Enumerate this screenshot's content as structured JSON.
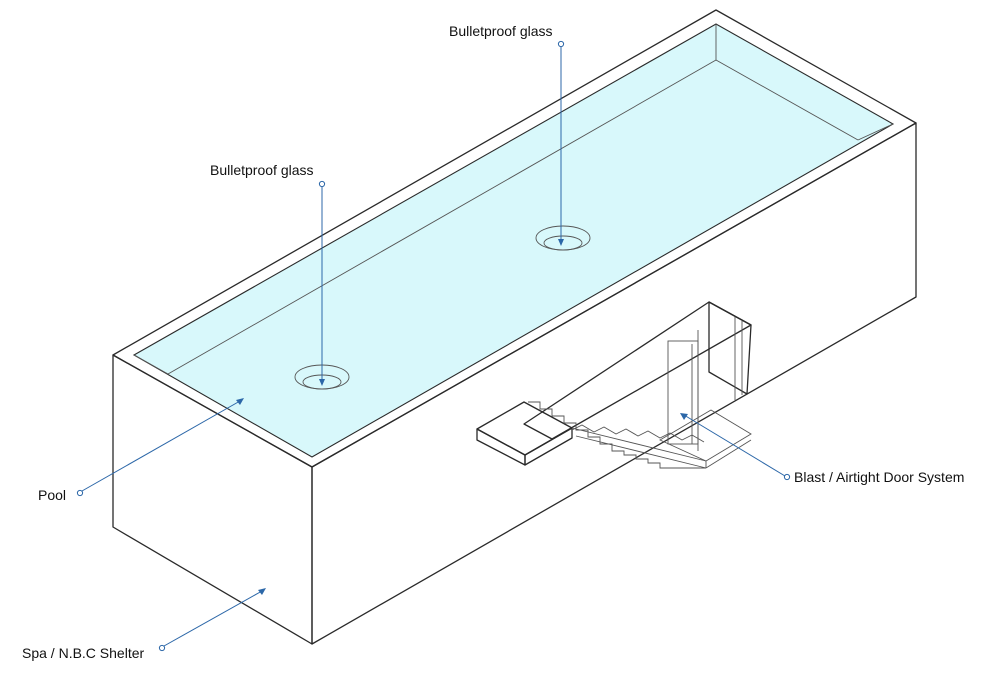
{
  "labels": {
    "glass_top": "Bulletproof glass",
    "glass_mid": "Bulletproof glass",
    "pool": "Pool",
    "shelter": "Spa / N.B.C Shelter",
    "door": "Blast / Airtight Door System"
  },
  "colors": {
    "water": "#d8f8fb",
    "line": "#2a2a2a",
    "leader": "#2c67a8"
  }
}
